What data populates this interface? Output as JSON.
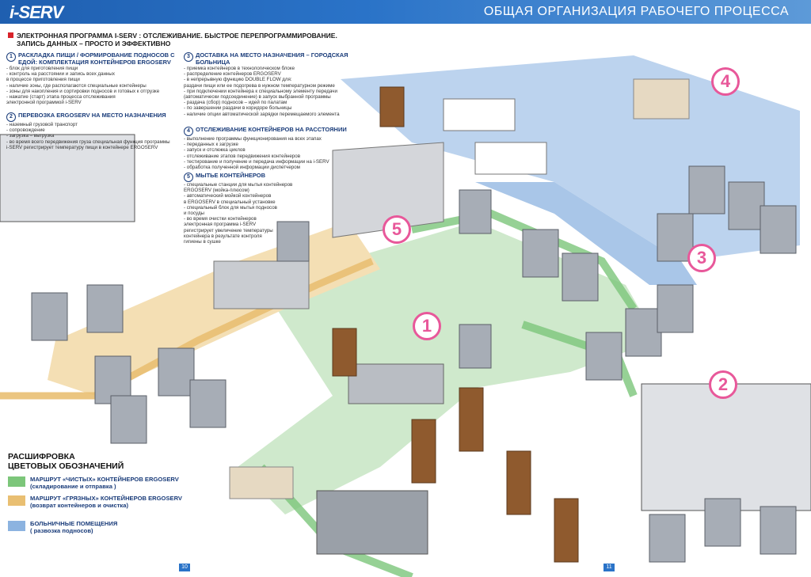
{
  "header": {
    "logo": "i-SERV",
    "title": "ОБЩАЯ ОРГАНИЗАЦИЯ РАБОЧЕГО ПРОЦЕССА"
  },
  "intro": {
    "line1": "ЭЛЕКТРОННАЯ ПРОГРАММА I-SERV : ОТСЛЕЖИВАНИЕ. БЫСТРОЕ ПЕРЕПРОГРАММИРОВАНИЕ.",
    "line2": "ЗАПИСЬ ДАННЫХ – ПРОСТО И ЭФФЕКТИВНО"
  },
  "sections": [
    {
      "num": "1",
      "title": "РАСКЛАДКА ПИЩИ / ФОРМИРОВАНИЕ ПОДНОСОВ С ЕДОЙ: КОМПЛЕКТАЦИЯ КОНТЕЙНЕРОВ ERGOSERV",
      "lines": [
        "- блок для приготовления пищи",
        "- контроль на расстоянии и запись всех данных",
        "в процессе приготовления пищи",
        "- наличие зоны, где располагаются специальные контейнеры",
        "- зоны для накопления и сортировки подносов и готовых к отгрузке",
        "- нажатие (старт) этапа процесса отслеживания",
        "электронной программой i-SERV"
      ]
    },
    {
      "num": "2",
      "title": "ПЕРЕВОЗКА ERGOSERV НА МЕСТО НАЗНАЧЕНИЯ",
      "lines": [
        "- наземный грузовой транспорт",
        "- сопровождение",
        "- загрузка – выгрузка",
        "- во время всего передвижения груза специальная функция программы",
        "i-SERV регистрирует температуру пищи в контейнере ERGOSERV"
      ]
    },
    {
      "num": "3",
      "title": "ДОСТАВКА НА МЕСТО НАЗНАЧЕНИЯ – ГОРОДСКАЯ БОЛЬНИЦА",
      "lines": [
        "- приемка контейнеров в технологическом блоке",
        "- распределение контейнеров ERGOSERV",
        "- в непрерывную функцию DOUBLE FLOW для:",
        "раздачи пищи или ее подогрева в нужном температурном режиме",
        "- при подключении контейнера к специальному элементу передачи",
        "(автоматически подсоединение) в запуск выбранной программы",
        "- раздача (сбор) подносов – идей по палатам",
        "- по завершении раздачи в коридоре больницы",
        "- наличие опции автоматической зарядки перемещаемого элемента"
      ]
    },
    {
      "num": "4",
      "title": "ОТСЛЕЖИВАНИЕ КОНТЕЙНЕРОВ НА РАССТОЯНИИ",
      "lines": [
        "- выполнение программы функционирования на всех этапах",
        "- переданных к загрузке",
        "- запуск и отслежка циклов",
        "- отслеживание этапов передвижения контейнеров",
        "- тестирование и получение и передача информации на i-SERV",
        "- обработка полученной информации диспетчером"
      ]
    },
    {
      "num": "5",
      "title": "МЫТЬЕ КОНТЕЙНЕРОВ",
      "lines": [
        "- специальные станции для мытья контейнеров",
        "ERGOSERV (мойка-плюсом)",
        "- автоматический мойкой контейнеров",
        "в ERGOSERV в специальный установке",
        "- специальный блок для мытья подносов",
        "и посуды",
        "- во время очистки контейнеров",
        "электронная программа i-SERV",
        "регистрирует увеличение температуры",
        "контейнера в результате контроля",
        "гигиены в сушке"
      ]
    }
  ],
  "callouts": [
    "1",
    "2",
    "3",
    "4",
    "5"
  ],
  "legend": {
    "title_line1": "РАСШИФРОВКА",
    "title_line2": "ЦВЕТОВЫХ ОБОЗНАЧЕНИЙ",
    "items": [
      {
        "label": "МАРШРУТ «ЧИСТЫХ» КОНТЕЙНЕРОВ ERGOSERV",
        "sub": "(складирование и отправка )",
        "color": "#7cc67a"
      },
      {
        "label": "МАРШРУТ «ГРЯЗНЫХ» КОНТЕЙНЕРОВ ERGOSERV",
        "sub": "(возврат контейнеров и очистка)",
        "color": "#e9bf72"
      },
      {
        "label": "БОЛЬНИЧНЫЕ ПОМЕЩЕНИЯ",
        "sub": "( развозка подносов)",
        "color": "#8cb3e0"
      }
    ]
  },
  "pages": [
    "10",
    "11"
  ],
  "colors": {
    "clean_route": "#7cc67a",
    "dirty_route": "#e9bf72",
    "hospital": "#8cb3e0",
    "header": "#2a73c8",
    "callout": "#e8589a"
  }
}
